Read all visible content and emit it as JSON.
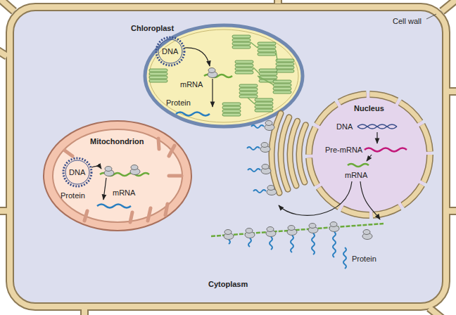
{
  "diagram": {
    "nodes": [
      {
        "text": [
          "Cytoplasm",
          "Protein"
        ]
      },
      {
        "text": [
          "Chloroplast",
          "DNA",
          "mRNA",
          "Protein"
        ],
        "in": 0
      },
      {
        "text": [
          "Mitochondrion",
          "DNA",
          "mRNA",
          "Protein"
        ],
        "in": 0
      },
      {
        "text": [
          "Nucleus",
          "DNA",
          "Pre-mRNA",
          "mRNA"
        ],
        "in": 0
      }
    ],
    "labels": [
      "Cell wall"
    ]
  }
}
